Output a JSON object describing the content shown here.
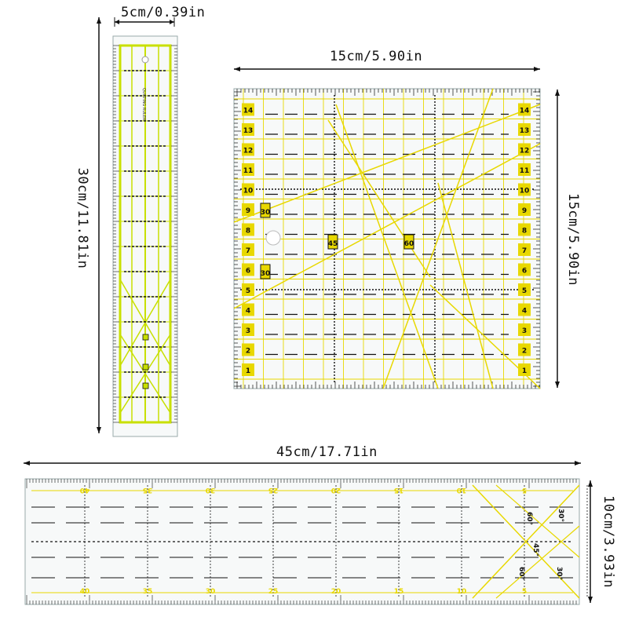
{
  "colors": {
    "lime": "#c8e000",
    "yellow": "#e8d800",
    "ink": "#111111",
    "clear": "#f7f9f9"
  },
  "rulers": {
    "small": {
      "width_label": "5cm/0.39in",
      "height_label": "30cm/11.81in",
      "brand": "QUILTING RULER"
    },
    "square": {
      "width_label": "15cm/5.90in",
      "height_label": "15cm/5.90in",
      "numbers": [
        "1",
        "2",
        "3",
        "4",
        "5",
        "6",
        "7",
        "8",
        "9",
        "10",
        "11",
        "12",
        "13",
        "14"
      ],
      "angles": [
        "30",
        "30",
        "45",
        "60"
      ]
    },
    "long": {
      "width_label": "45cm/17.71in",
      "height_label": "10cm/3.93in",
      "numbers": [
        "40",
        "35",
        "30",
        "25",
        "20",
        "15",
        "10",
        "5"
      ],
      "angles": [
        "45°",
        "60°",
        "30°",
        "60°",
        "30°"
      ]
    }
  }
}
